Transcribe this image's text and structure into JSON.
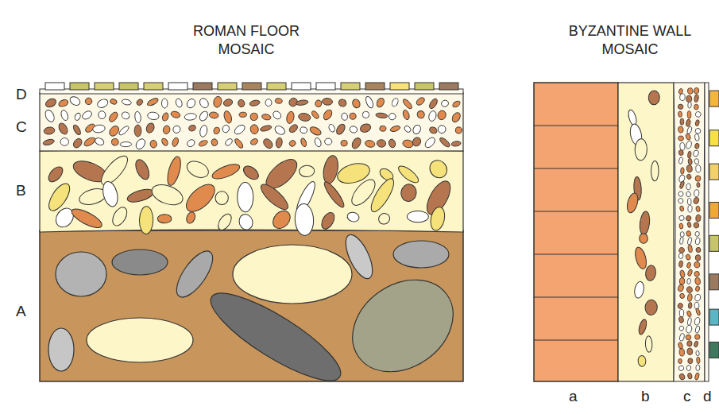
{
  "diagram": {
    "labels": [
      "ROMAN FLOOR MOSAIC",
      "BYZANTINE WALL MOSAIC",
      "D",
      "C",
      "B",
      "A",
      "a",
      "b",
      "c",
      "d"
    ]
  }
}
